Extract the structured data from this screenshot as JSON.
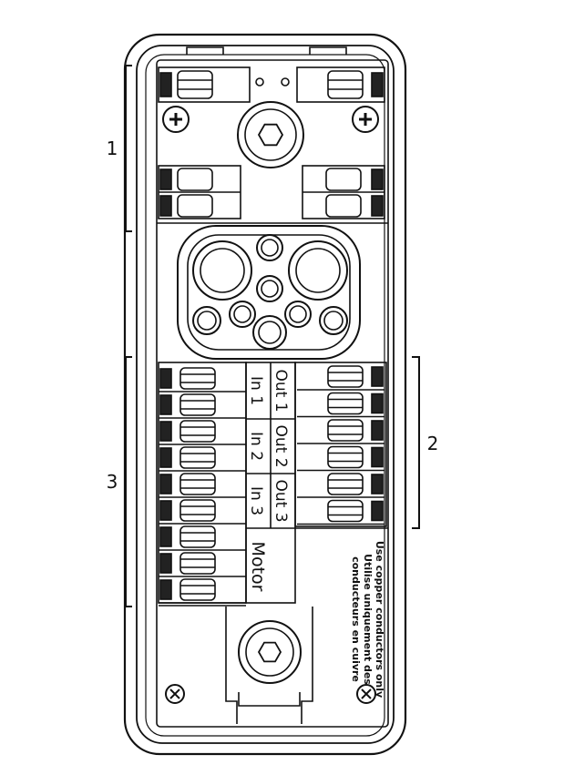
{
  "callouts": {
    "group1": "1",
    "group2": "2",
    "group3": "3"
  },
  "terminals": {
    "in1": "In 1",
    "in2": "In 2",
    "in3": "In 3",
    "out1": "Out 1",
    "out2": "Out 2",
    "out3": "Out 3",
    "motor": "Motor"
  },
  "notice": {
    "line1": "Use copper conductors only",
    "line2": "Utilise uniquement des",
    "line3": "conducteurs en cuivre"
  },
  "colors": {
    "stroke": "#111111",
    "fill_dark": "#222222",
    "background": "#ffffff"
  }
}
